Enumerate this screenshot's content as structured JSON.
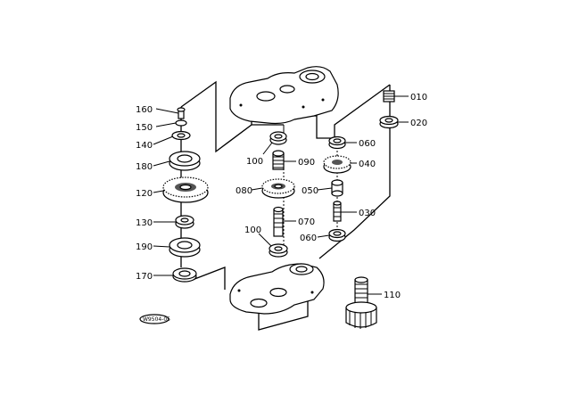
{
  "callouts": {
    "c160": "160",
    "c150": "150",
    "c140": "140",
    "c180": "180",
    "c120": "120",
    "c130": "130",
    "c190": "190",
    "c170": "170",
    "c100a": "100",
    "c090": "090",
    "c080": "080",
    "c070": "070",
    "c100b": "100",
    "c060a": "060",
    "c040": "040",
    "c050": "050",
    "c030": "030",
    "c060b": "060",
    "c010": "010",
    "c020": "020",
    "c110": "110"
  },
  "reference_tag": "W9504-05"
}
